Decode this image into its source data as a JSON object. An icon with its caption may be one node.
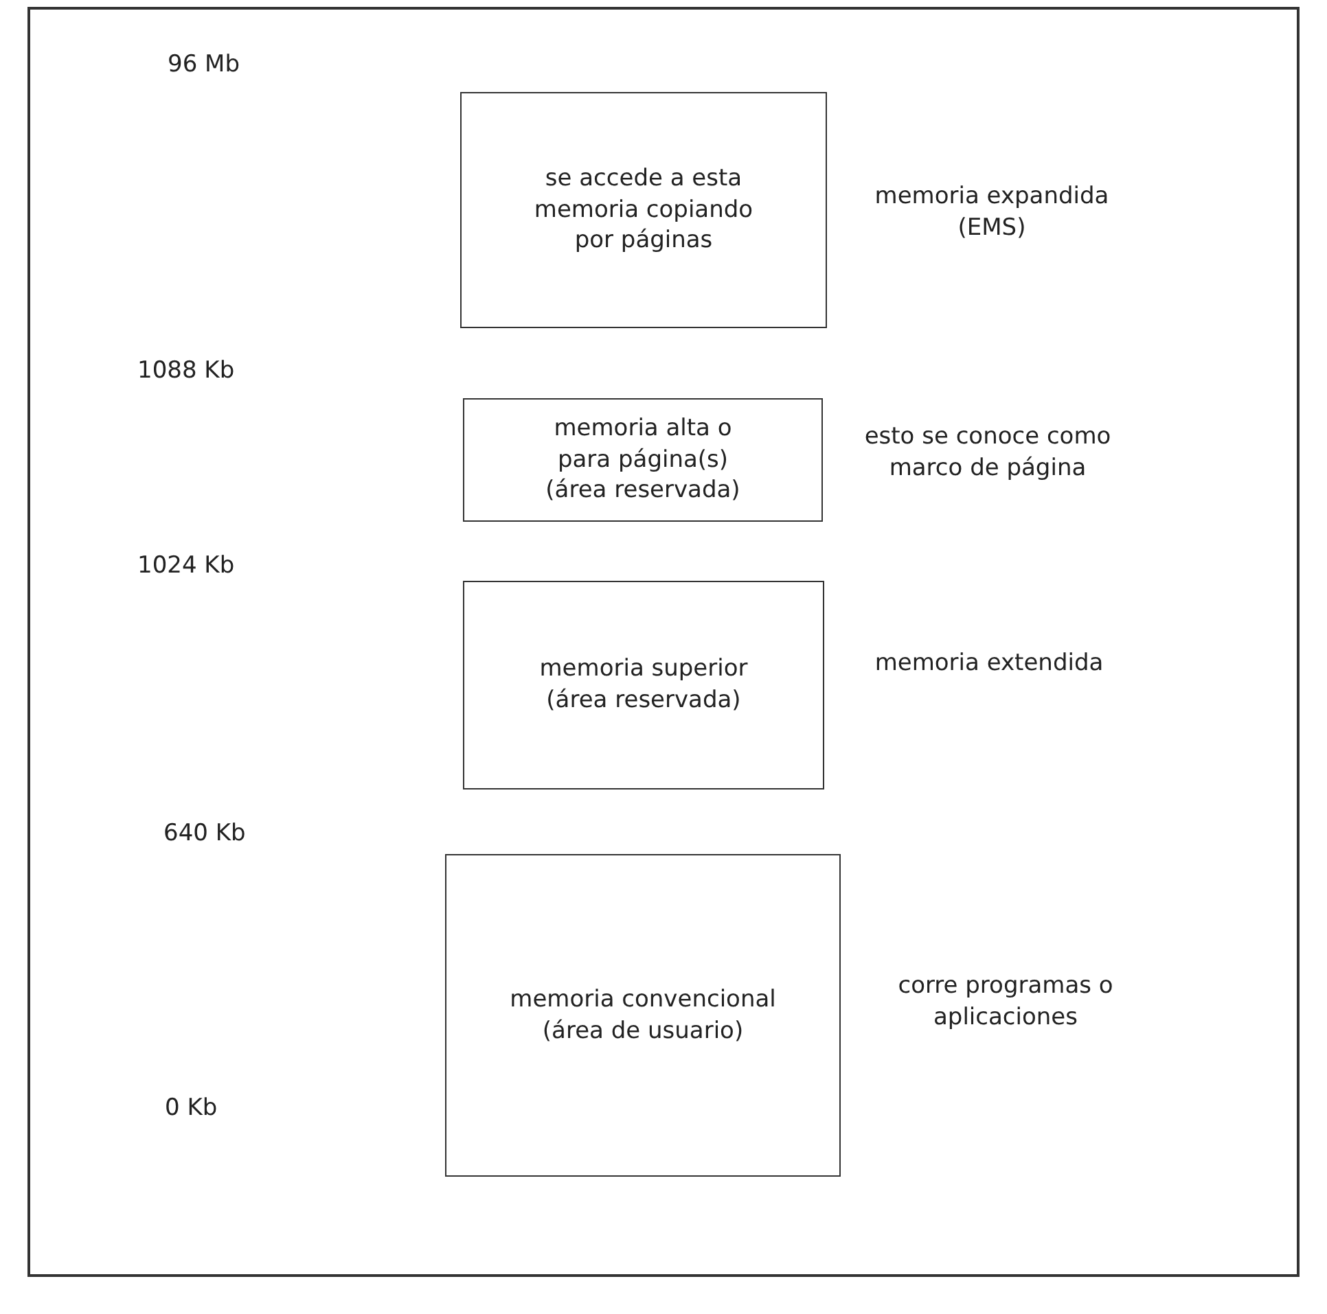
{
  "diagram": {
    "nodes": [
      {
        "text": [
          "se accede a esta memoria copiando por páginas"
        ],
        "beside": [
          "memoria expandida (EMS)"
        ]
      },
      {
        "text": [
          "memoria alta o para página(s) (área reservada)"
        ],
        "beside": [
          "esto se conoce como marco de página"
        ]
      },
      {
        "text": [
          "memoria superior (área reservada)"
        ],
        "beside": [
          "memoria extendida"
        ]
      },
      {
        "text": [
          "memoria convencional (área de usuario)"
        ],
        "beside": [
          "corre programas o aplicaciones"
        ]
      }
    ],
    "labels": [
      "96 Mb",
      "1088 Kb",
      "1024 Kb",
      "640 Kb",
      "0 Kb"
    ]
  }
}
